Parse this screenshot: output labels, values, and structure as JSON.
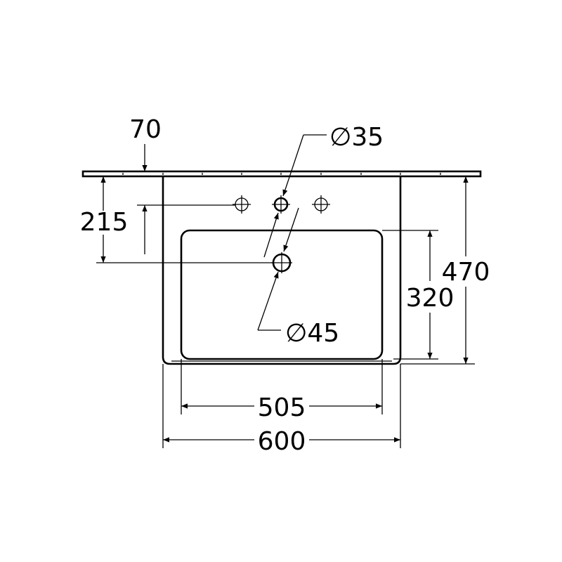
{
  "drawing": {
    "dimensions": {
      "top_offset": "70",
      "tap_hole_diameter": "∅35",
      "tap_hole_height": "215",
      "overall_depth": "470",
      "bowl_depth": "320",
      "drain_diameter": "∅45",
      "bowl_width": "505",
      "overall_width": "600"
    }
  }
}
